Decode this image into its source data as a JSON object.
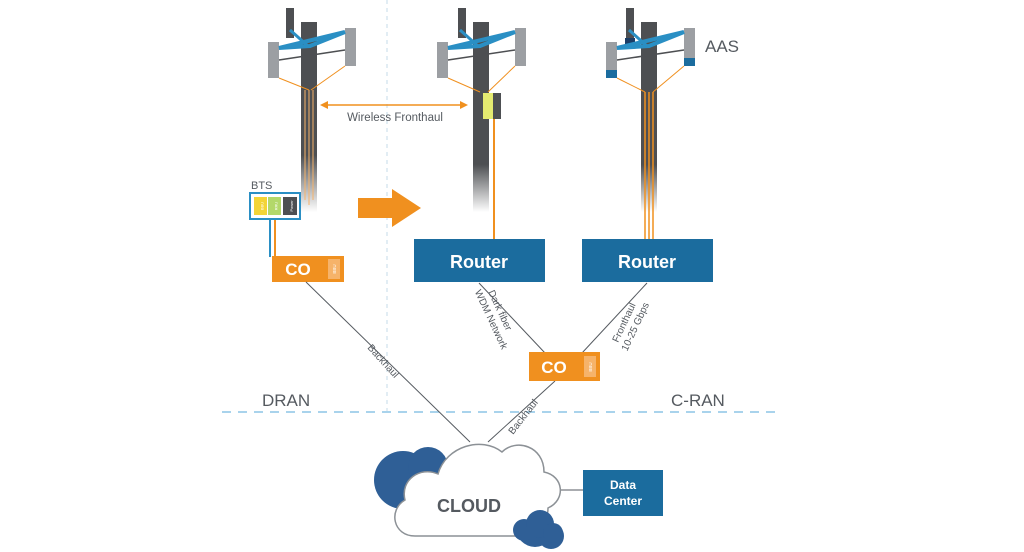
{
  "labels": {
    "wireless_fronthaul": "Wireless Fronthaul",
    "aas": "AAS",
    "bts": "BTS",
    "co_left": "CO",
    "co_center": "CO",
    "router_left": "Router",
    "router_right": "Router",
    "dark_fiber_line1": "Dark fiber",
    "dark_fiber_line2": "WDM Network",
    "fronthaul_line1": "Fronthaul",
    "fronthaul_line2": "10-25 Gbps",
    "backhaul_left": "Backhaul",
    "backhaul_center": "Backhaul",
    "dran": "DRAN",
    "cran": "C-RAN",
    "cloud": "CLOUD",
    "data_center_line1": "Data",
    "data_center_line2": "Center",
    "co_tag": "BBU",
    "bts_slot1": "BBU",
    "bts_slot2": "RRU",
    "bts_slot3": "Power"
  },
  "colors": {
    "orange": "#f0901f",
    "router_blue": "#1b6c9e",
    "cloud_dark": "#2f5f96",
    "tower_dark": "#4d4f52",
    "antenna_gray": "#9c9fa3",
    "text_gray": "#555a60",
    "divider": "#a9d3ec"
  },
  "icons": {
    "arrow": "orange-right-arrow-icon",
    "tower": "cell-tower-icon",
    "cloud": "cloud-icon"
  }
}
